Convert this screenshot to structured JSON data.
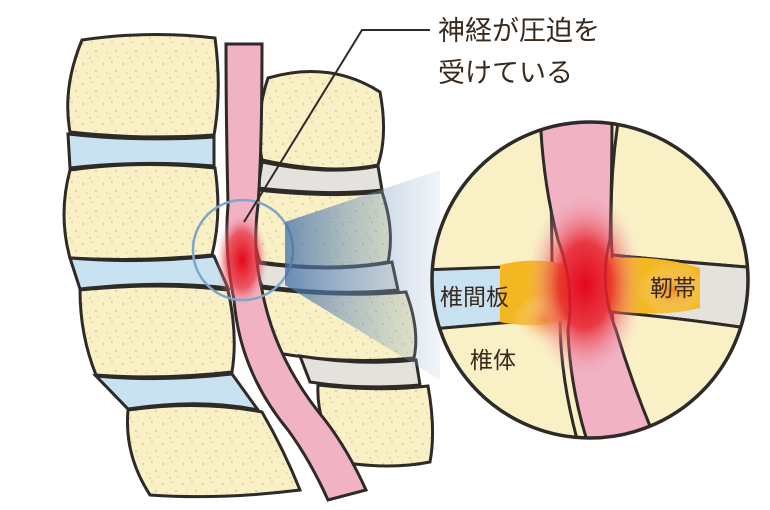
{
  "callout": {
    "line1": "神経が圧迫を",
    "line2": "受けている"
  },
  "labels": {
    "disc": "椎間板",
    "vertebral_body": "椎体",
    "ligament": "靭帯"
  },
  "colors": {
    "bone_fill": "#f9f0c6",
    "bone_outline": "#2e2a27",
    "disc": "#c9e2f1",
    "nerve": "#f1b3c3",
    "compression_red": "#e51e2a",
    "ligament_orange": "#f3b722",
    "lens_ring": "#7fa6c9"
  }
}
